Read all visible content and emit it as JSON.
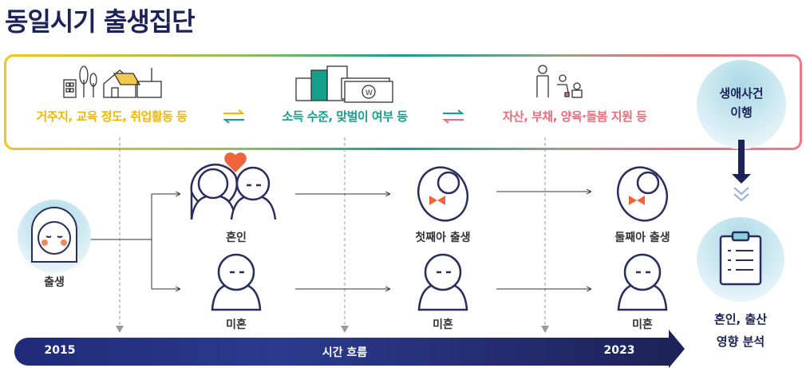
{
  "title": "동일시기 출생집단",
  "factors": [
    {
      "label": "거주지, 교육 정도, 취업활동 등",
      "color": "#f2b705"
    },
    {
      "label": "소득 수준, 맞벌이 여부 등",
      "color": "#14a08a"
    },
    {
      "label": "자산, 부채, 양육·돌봄 지원 등",
      "color": "#ef6b7a"
    }
  ],
  "life_event": {
    "line1": "생애사건",
    "line2": "이행"
  },
  "nodes": {
    "birth": "출생",
    "marriage": "혼인",
    "unmarried1": "미혼",
    "first_child": "첫째아 출생",
    "unmarried2": "미혼",
    "second_child": "둘째아 출생",
    "unmarried3": "미혼"
  },
  "analysis": {
    "line1": "혼인, 출산",
    "line2": "영향 분석"
  },
  "timeline": {
    "start": "2015",
    "label": "시간 흐름",
    "end": "2023"
  }
}
